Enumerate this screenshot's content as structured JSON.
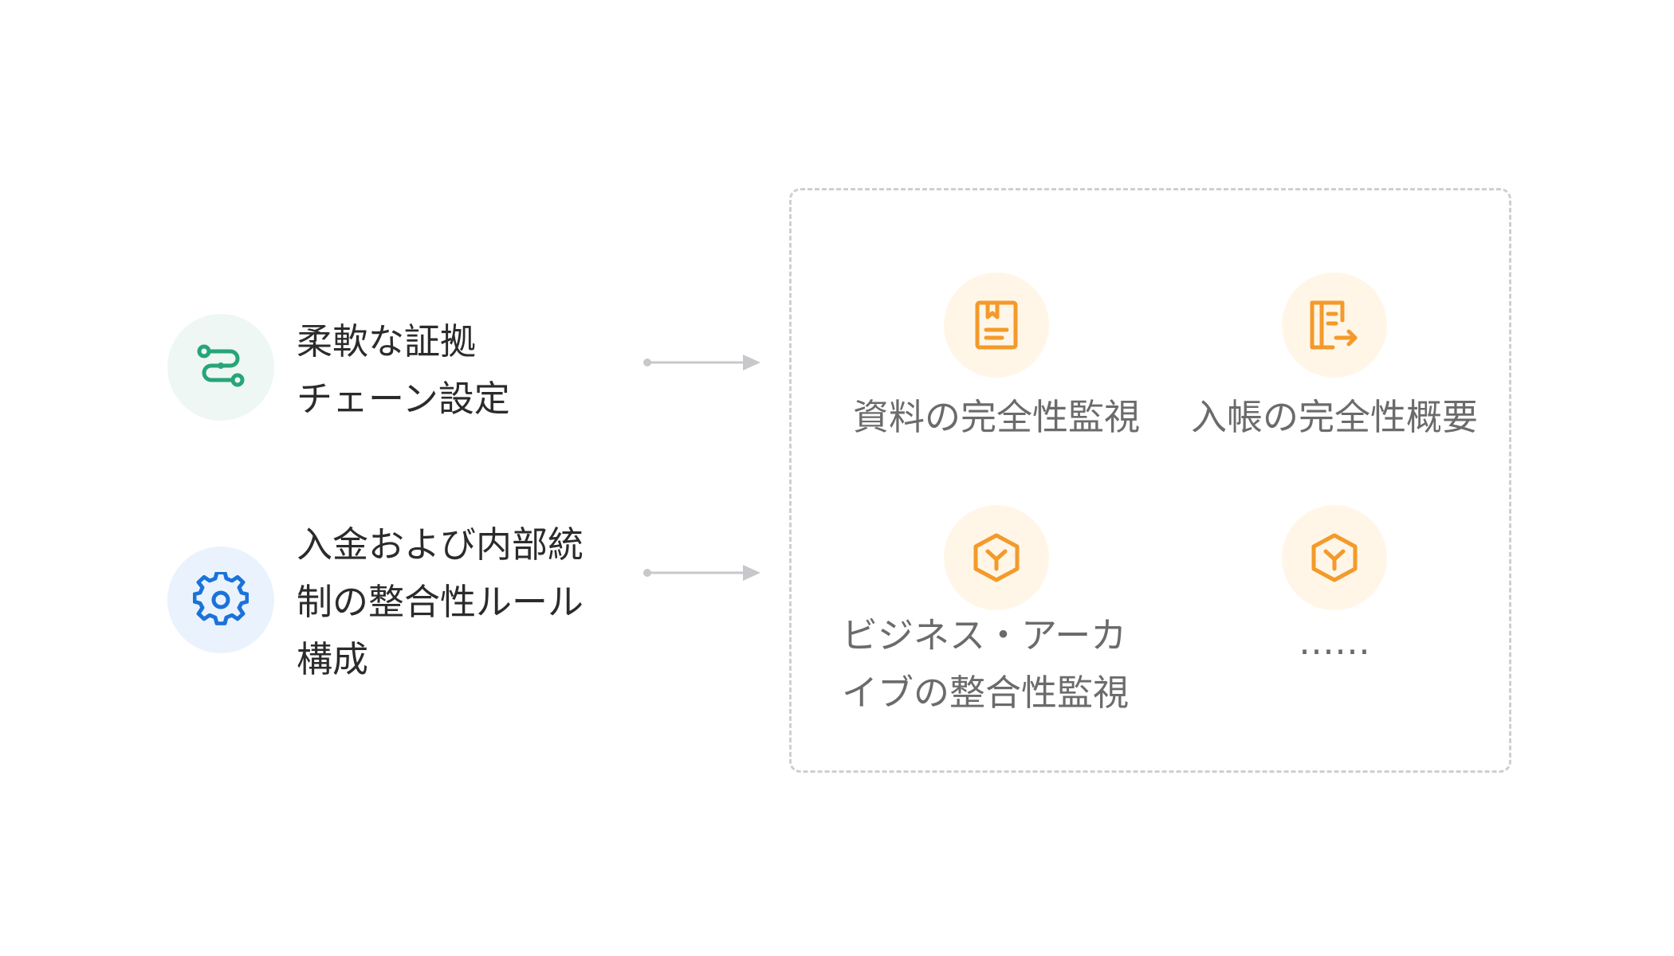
{
  "sources": [
    {
      "lines": [
        "柔軟な証拠",
        "チェーン設定"
      ],
      "icon": "chain-link-icon",
      "color": "#27a578"
    },
    {
      "lines": [
        "入金および内部統",
        "制の整合性ルール",
        "構成"
      ],
      "icon": "gear-icon",
      "color": "#1a73d9"
    }
  ],
  "targets": [
    {
      "lines": [
        "資料の完全性監視"
      ],
      "icon": "document-bookmark-icon"
    },
    {
      "lines": [
        "入帳の完全性概要"
      ],
      "icon": "ledger-export-icon"
    },
    {
      "lines": [
        "ビジネス・アーカ",
        "イブの整合性監視"
      ],
      "icon": "cube-icon"
    },
    {
      "lines": [
        "……"
      ],
      "icon": "cube-icon"
    }
  ],
  "colors": {
    "accent_orange": "#f39a2b",
    "arrow": "#c8c8cc",
    "dash_border": "#cfcfcf"
  }
}
